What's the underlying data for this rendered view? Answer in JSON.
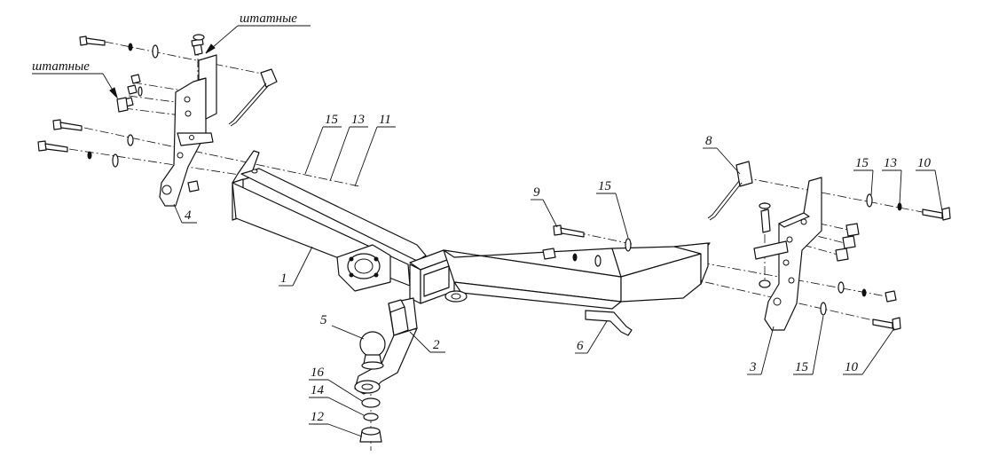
{
  "diagram": {
    "labels": {
      "standard_top": "штатные",
      "standard_left": "штатные",
      "p1": "1",
      "p2": "2",
      "p3": "3",
      "p4": "4",
      "p5": "5",
      "p6": "6",
      "p8": "8",
      "p9": "9",
      "p10_top": "10",
      "p10_bottom": "10",
      "p11": "11",
      "p12": "12",
      "p13_left": "13",
      "p13_right": "13",
      "p14": "14",
      "p15_left": "15",
      "p15_mid": "15",
      "p15_right": "15",
      "p15_bottom": "15",
      "p16": "16"
    }
  }
}
